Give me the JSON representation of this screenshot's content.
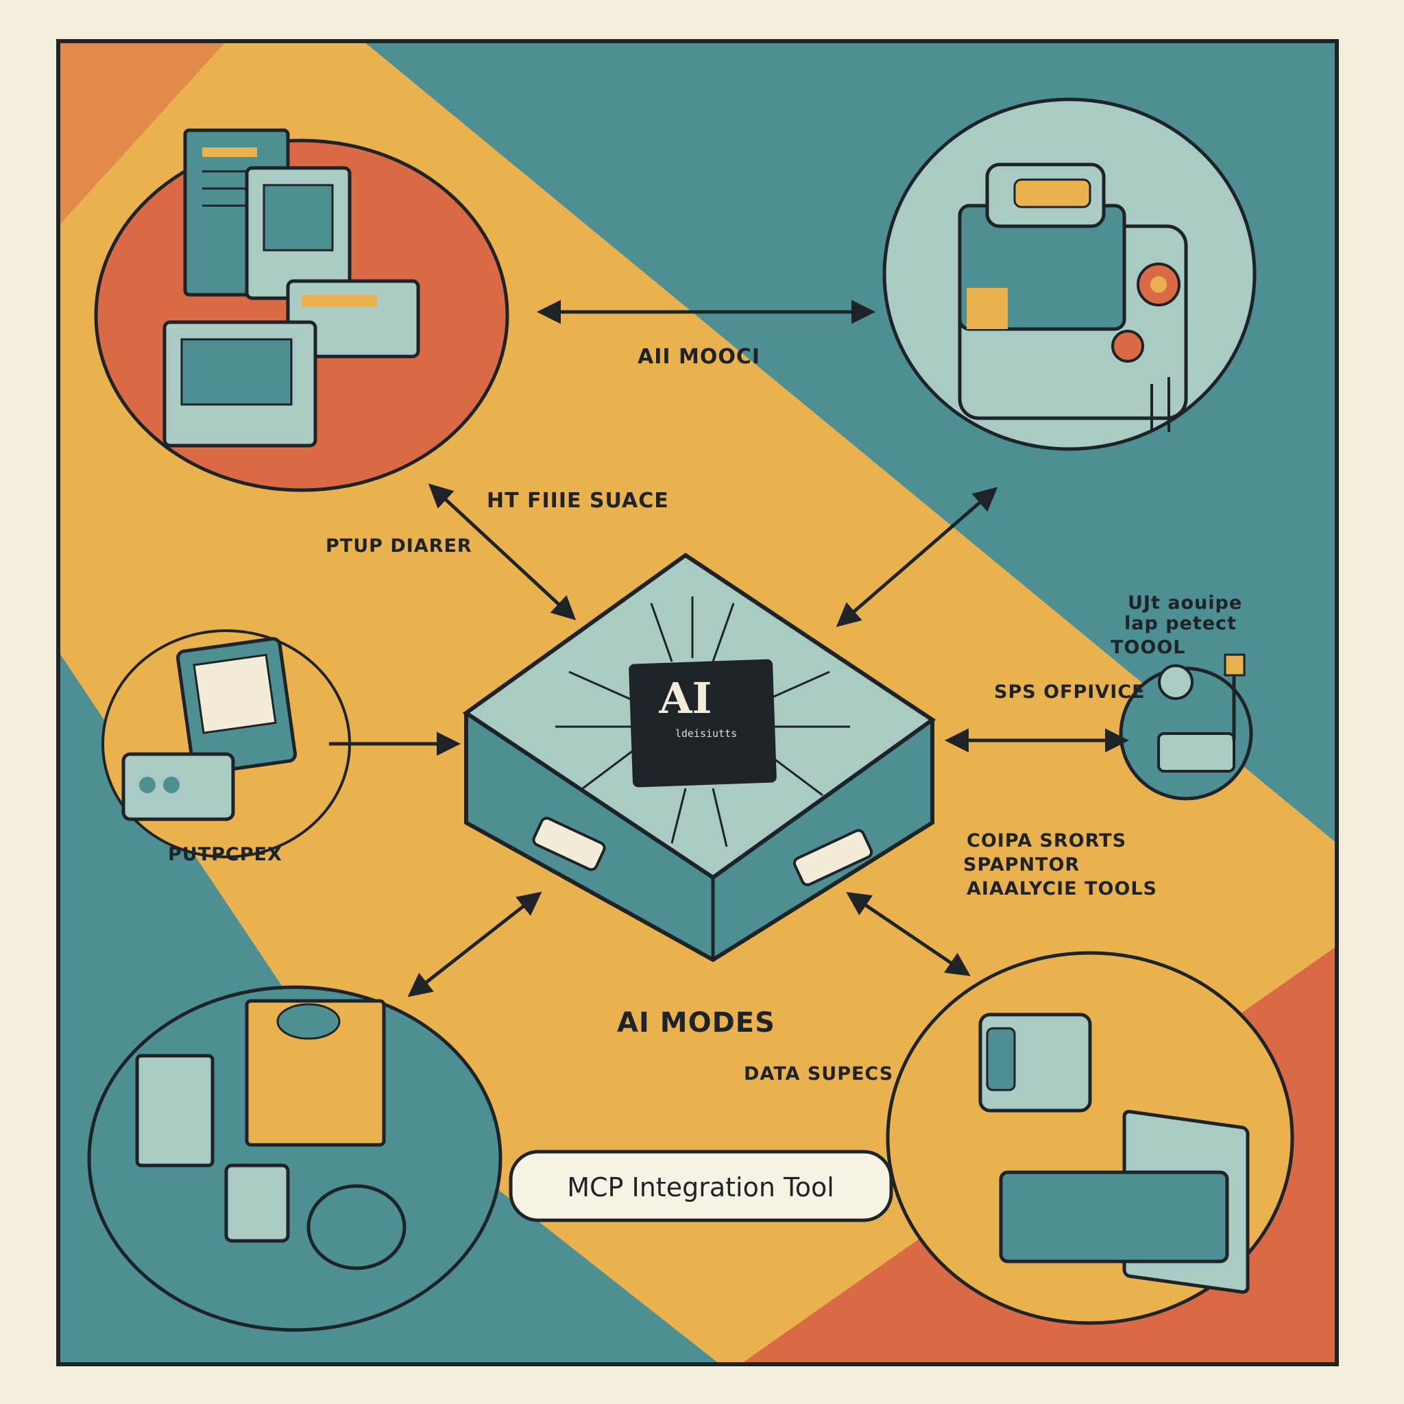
{
  "colors": {
    "paper": "#f4efdd",
    "teal": "#4d8f92",
    "yellow": "#eab24e",
    "orange": "#d96a45",
    "pale_teal": "#a9cbc4",
    "ink": "#1d2326"
  },
  "hub": {
    "chip_label": "AI",
    "chip_sublabel": "ldeisiutts"
  },
  "labels": {
    "ai_model_top": "AII MOOCI",
    "file_source": "HT FIIIE SUACE",
    "pipe_diagram": "PTUP DIARER",
    "input_device": "PUTPCPEX",
    "right_tool_line1": "UJt aouipe",
    "right_tool_line2": "lap petect",
    "right_tool_line3": "TOOOL",
    "sps_device": "SPS OFPIVICE",
    "data_line1": "COIPA SRORTS",
    "data_line2": "SPAPNTOR",
    "data_line3": "AIAALYCIE TOOLS",
    "ai_modes": "AI MODES",
    "data_sources": "DATA SUPECS"
  },
  "title_box": "MCP Integration Tool",
  "nodes": [
    {
      "name": "workstation-cluster"
    },
    {
      "name": "server-machine"
    },
    {
      "name": "tablet-terminal"
    },
    {
      "name": "diagnostic-tool"
    },
    {
      "name": "storage-tools"
    },
    {
      "name": "desktop-computer"
    }
  ]
}
